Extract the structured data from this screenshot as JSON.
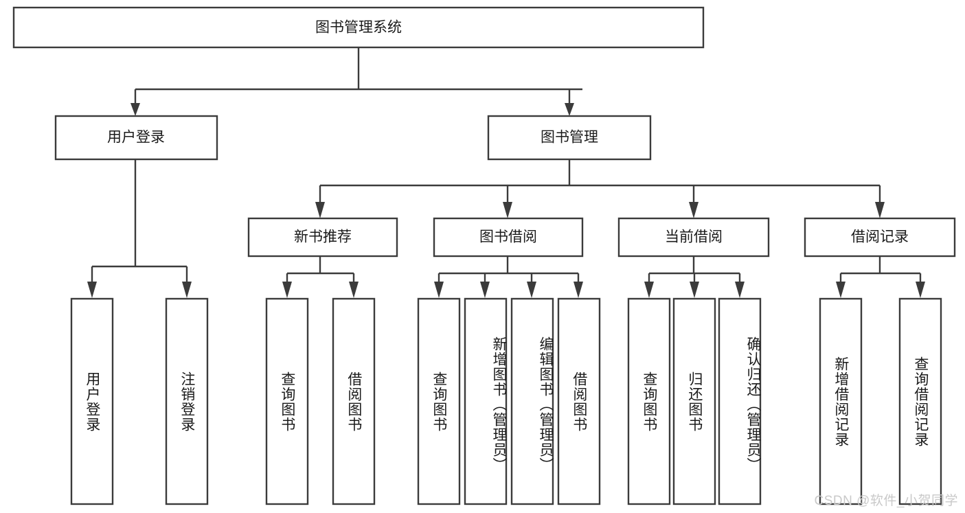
{
  "diagram": {
    "type": "tree",
    "title": "图书管理系统",
    "watermark": "CSDN @软件_小贺同学",
    "colors": {
      "stroke": "#3b3b3b",
      "fill": "#ffffff",
      "text": "#1a1a1a",
      "watermark": "#c9c9c9",
      "background": "#ffffff"
    },
    "levels": {
      "root": {
        "label": "图书管理系统"
      },
      "level2": [
        {
          "label": "用户登录"
        },
        {
          "label": "图书管理"
        }
      ],
      "level3": [
        {
          "label": "新书推荐"
        },
        {
          "label": "图书借阅"
        },
        {
          "label": "当前借阅"
        },
        {
          "label": "借阅记录"
        }
      ],
      "leaves": {
        "user_login": [
          {
            "label": "用户登录"
          },
          {
            "label": "注销登录"
          }
        ],
        "new_book_recommend": [
          {
            "label": "查询图书"
          },
          {
            "label": "借阅图书"
          }
        ],
        "book_borrow": [
          {
            "label": "查询图书"
          },
          {
            "label": "新增图书（管理员）"
          },
          {
            "label": "编辑图书（管理员）"
          },
          {
            "label": "借阅图书"
          }
        ],
        "current_borrow": [
          {
            "label": "查询图书"
          },
          {
            "label": "归还图书"
          },
          {
            "label": "确认归还（管理员）"
          }
        ],
        "borrow_record": [
          {
            "label": "新增借阅记录"
          },
          {
            "label": "查询借阅记录"
          }
        ]
      }
    }
  }
}
